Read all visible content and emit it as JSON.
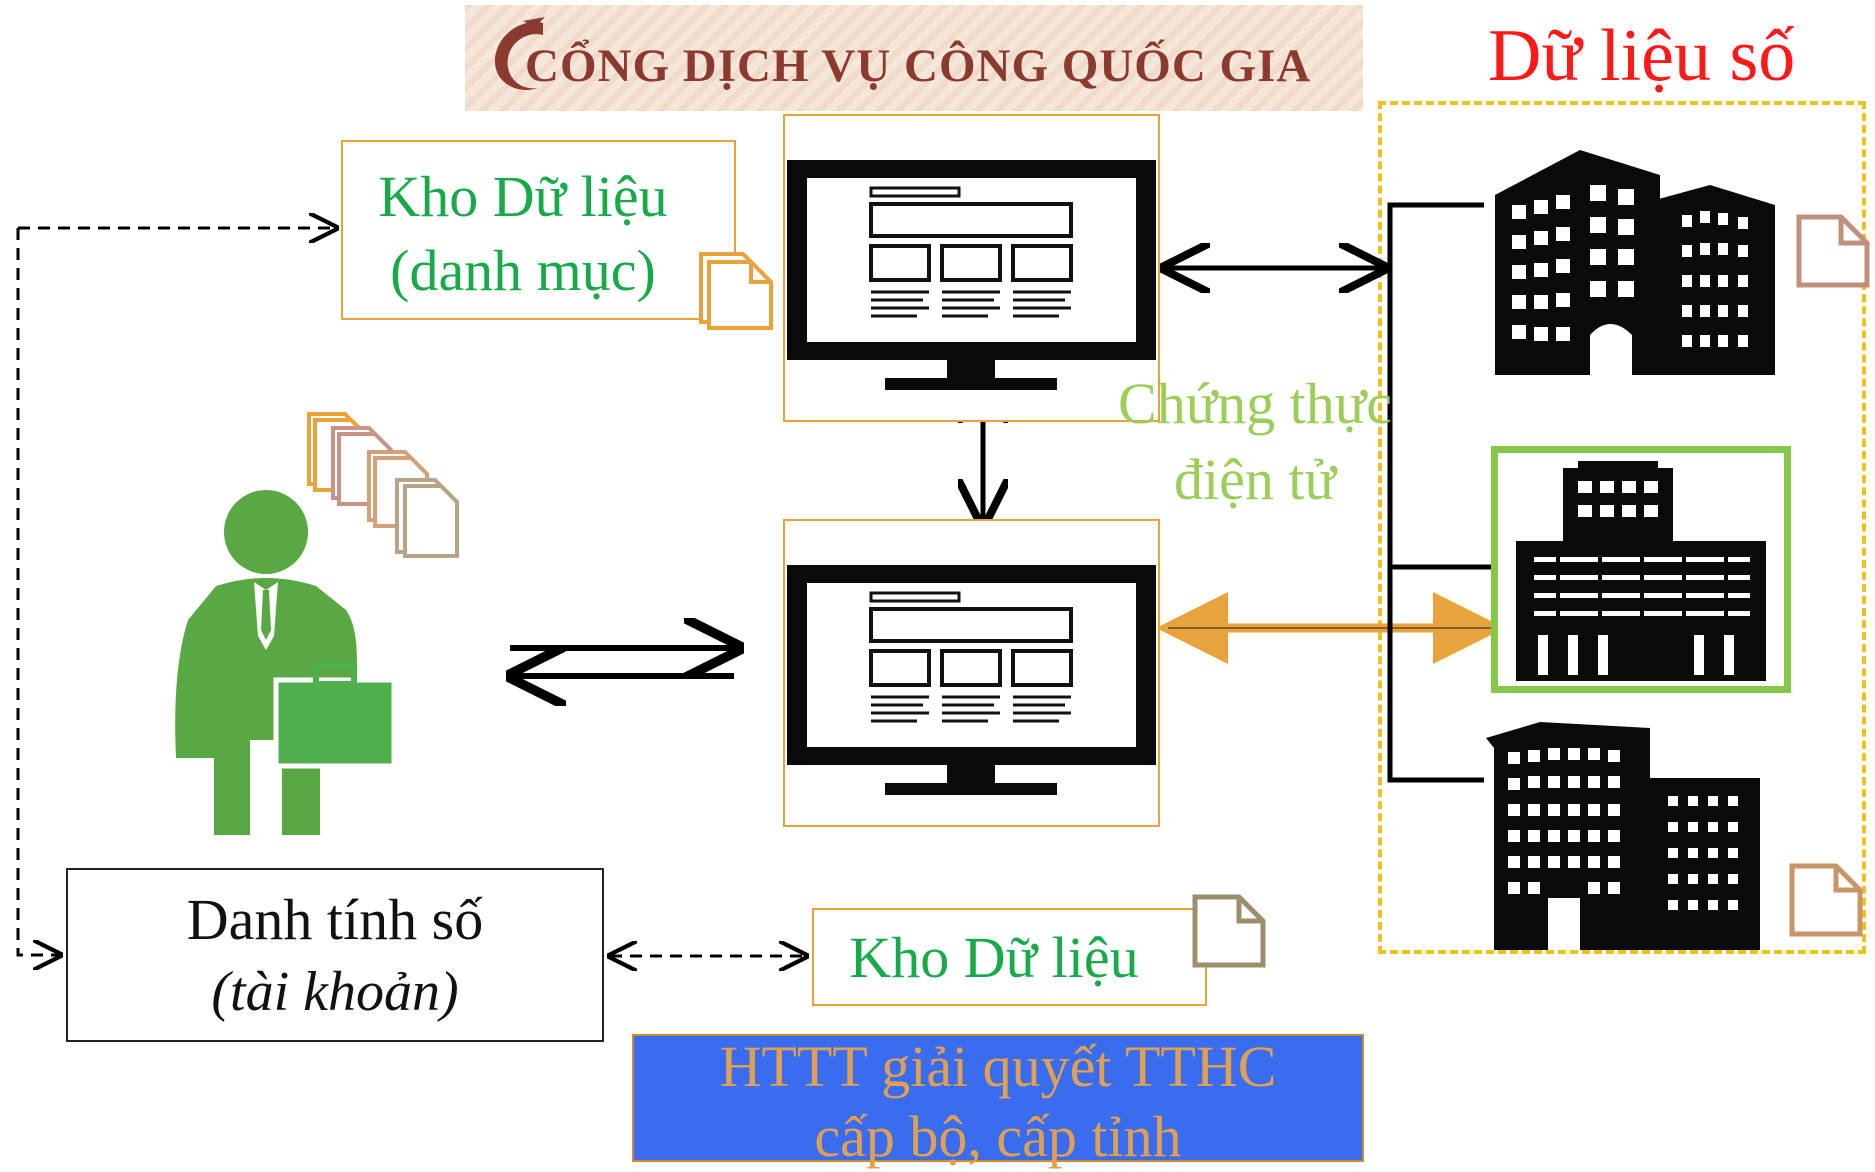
{
  "banner": {
    "title": "CỔNG DỊCH VỤ CÔNG QUỐC GIA"
  },
  "digital_data": {
    "title": "Dữ liệu số"
  },
  "kho_catalog": {
    "line1": "Kho Dữ liệu",
    "line2": "(danh mục)"
  },
  "kho_data": {
    "label": "Kho Dữ liệu"
  },
  "identity": {
    "line1": "Danh tính số",
    "line2": "(tài khoản)"
  },
  "certification": {
    "line1": "Chứng thực",
    "line2": "điện tử"
  },
  "htt": {
    "line1": "HTTT giải quyết TTHC",
    "line2": "cấp bộ, cấp tỉnh"
  },
  "colors": {
    "green_text": "#19a84a",
    "orange_border": "#e8a33c",
    "red_title": "#ff1a1a",
    "yellow_dash": "#f0c020",
    "light_green": "#9ccc5a",
    "blue_fill": "#3a6cf0",
    "person_green": "#5aa843"
  },
  "icons": [
    "document-icon",
    "person-businessman-icon",
    "monitor-icon",
    "building-icon",
    "logo-bird-icon"
  ]
}
